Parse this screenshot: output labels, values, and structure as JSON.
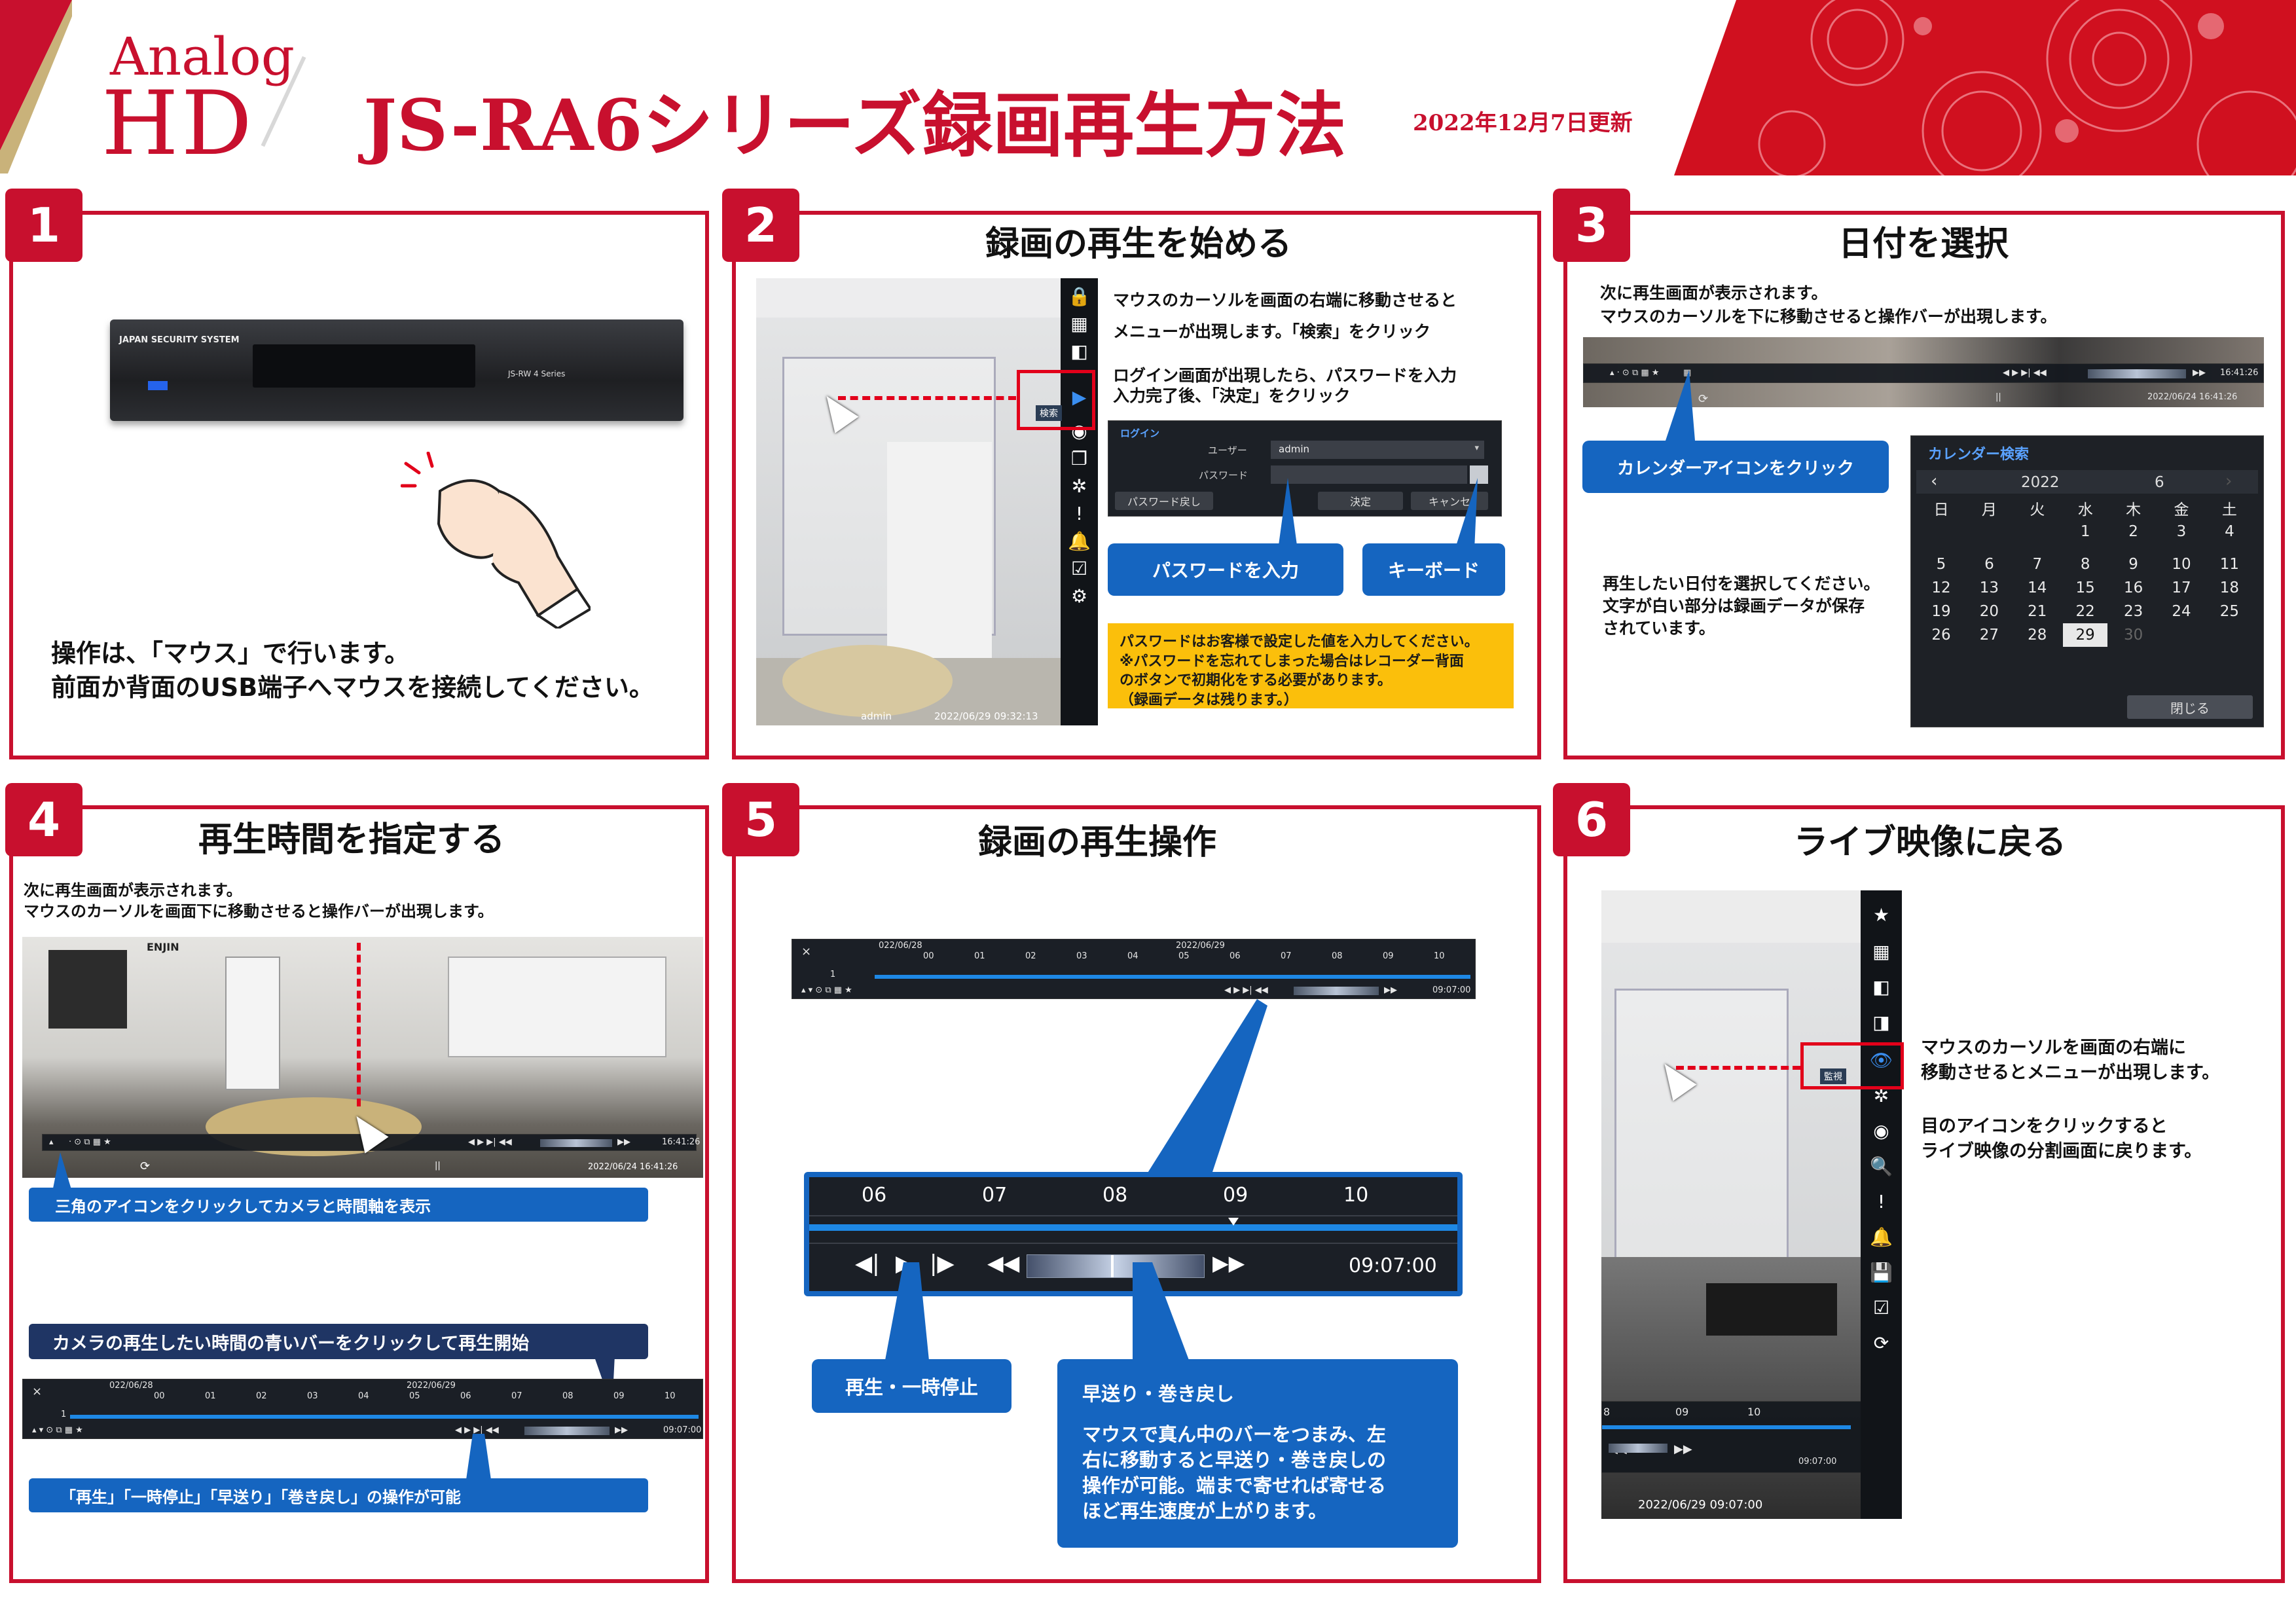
{
  "header": {
    "brand_top": "Analog",
    "brand_bottom": "HD",
    "title": "JS-RA6シリーズ録画再生方法",
    "updated": "2022年12月7日更新",
    "accent_color": "#c8102e"
  },
  "panel1": {
    "number": "1",
    "device_brand": "JAPAN SECURITY SYSTEM",
    "device_model": "JS-RW 4 Series",
    "text": "操作は、「マウス」で行います。\n前面か背面のUSB端子へマウスを接続してください。"
  },
  "panel2": {
    "number": "2",
    "title": "録画の再生を始める",
    "text1": "マウスのカーソルを画面の右端に移動させると\nメニューが出現します。「検索」をクリック",
    "text2": "ログイン画面が出現したら、パスワードを入力\n入力完了後、「決定」をクリック",
    "menu_hint": "検索",
    "login": {
      "title": "ログイン",
      "user_label": "ユーザー",
      "user_value": "admin",
      "password_label": "パスワード",
      "btn_forgot": "パスワード戻し",
      "btn_ok": "決定",
      "btn_cancel": "キャンセ"
    },
    "callout_password": "パスワードを入力",
    "callout_keyboard": "キーボード",
    "note": "パスワードはお客様で設定した値を入力してください。\n※パスワードを忘れてしまった場合はレコーダー背面\nのボタンで初期化をする必要があります。\n（録画データは残ります。）",
    "shot_user": "admin",
    "shot_time": "2022/06/29  09:32:13"
  },
  "panel3": {
    "number": "3",
    "title": "日付を選択",
    "text1": "次に再生画面が表示されます。\nマウスのカーソルを下に移動させると操作バーが出現します。",
    "bar_time": "16:41:26",
    "bar_date": "2022/06/24  16:41:26",
    "callout": "カレンダーアイコンをクリック",
    "text2": "再生したい日付を選択してください。\n文字が白い部分は録画データが保存\nされています。",
    "calendar": {
      "title": "カレンダー検索",
      "year": "2022",
      "month": "6",
      "weekdays": [
        "日",
        "月",
        "火",
        "水",
        "木",
        "金",
        "土"
      ],
      "rows": [
        [
          "",
          "",
          "",
          "1",
          "2",
          "3",
          "4"
        ],
        [
          "5",
          "6",
          "7",
          "8",
          "9",
          "10",
          "11"
        ],
        [
          "12",
          "13",
          "14",
          "15",
          "16",
          "17",
          "18"
        ],
        [
          "19",
          "20",
          "21",
          "22",
          "23",
          "24",
          "25"
        ],
        [
          "26",
          "27",
          "28",
          "29",
          "30",
          "",
          ""
        ]
      ],
      "selected": "29",
      "close": "閉じる"
    }
  },
  "panel4": {
    "number": "4",
    "title": "再生時間を指定する",
    "text": "次に再生画面が表示されます。\nマウスのカーソルを画面下に移動させると操作バーが出現します。",
    "shot_sign": "ENJIN",
    "bar_time": "16:41:26",
    "bar_date": "2022/06/24  16:41:26",
    "callout1": "三角のアイコンをクリックしてカメラと時間軸を表示",
    "callout2": "カメラの再生したい時間の青いバーをクリックして再生開始",
    "callout3": "「再生」「一時停止」「早送り」「巻き戻し」の操作が可能",
    "timeline": {
      "date_left": "022/06/28",
      "date_mid": "2022/06/29",
      "hours": [
        "00",
        "01",
        "02",
        "03",
        "04",
        "05",
        "06",
        "07",
        "08",
        "09",
        "10"
      ],
      "time": "09:07:00",
      "channel": "1"
    }
  },
  "panel5": {
    "number": "5",
    "title": "録画の再生操作",
    "timeline_small": {
      "date_left": "022/06/28",
      "date_mid": "2022/06/29",
      "hours": [
        "00",
        "01",
        "02",
        "03",
        "04",
        "05",
        "06",
        "07",
        "08",
        "09",
        "10"
      ],
      "time": "09:07:00",
      "channel": "1"
    },
    "zoom_hours": [
      "06",
      "07",
      "08",
      "09",
      "10"
    ],
    "zoom_time": "09:07:00",
    "callout_play": "再生・一時停止",
    "callout_ff_title": "早送り・巻き戻し",
    "callout_ff_text": "マウスで真ん中のバーをつまみ、左\n右に移動すると早送り・巻き戻しの\n操作が可能。端まで寄せれば寄せる\nほど再生速度が上がります。"
  },
  "panel6": {
    "number": "6",
    "title": "ライブ映像に戻る",
    "menu_hint": "監視",
    "text1": "マウスのカーソルを画面の右端に\n移動させるとメニューが出現します。",
    "text2": "目のアイコンをクリックすると\nライブ映像の分割画面に戻ります。",
    "bar_hours": [
      "8",
      "09",
      "10"
    ],
    "bar_time": "09:07:00",
    "shot_time": "2022/06/29  09:07:00"
  }
}
